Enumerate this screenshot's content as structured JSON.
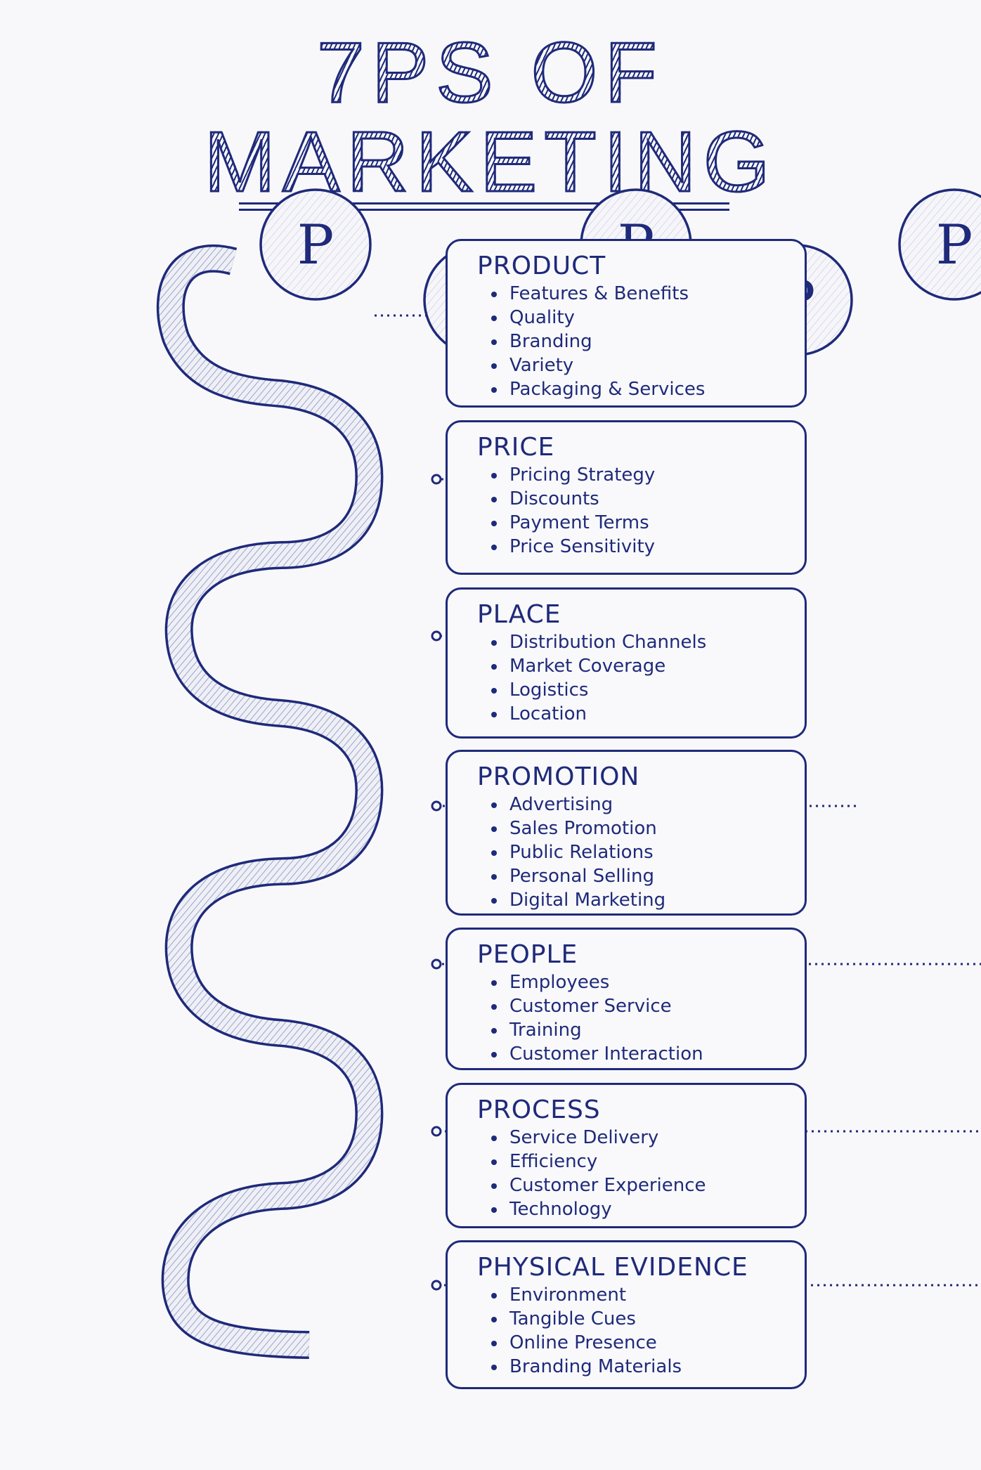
{
  "title": {
    "line1": "7PS OF",
    "line2": "MARKETING"
  },
  "circle_letter": "P",
  "colors": {
    "ink": "#1f2a7a",
    "paper": "#f8f8fa",
    "ribbon_fill": "#d9dbe8"
  },
  "cards": [
    {
      "heading": "PRODUCT",
      "items": [
        "Features & Benefits",
        "Quality",
        "Branding",
        "Variety",
        "Packaging & Services"
      ]
    },
    {
      "heading": "PRICE",
      "items": [
        "Pricing Strategy",
        "Discounts",
        "Payment Terms",
        "Price Sensitivity"
      ]
    },
    {
      "heading": "PLACE",
      "items": [
        "Distribution Channels",
        "Market Coverage",
        "Logistics",
        "Location"
      ]
    },
    {
      "heading": "PROMOTION",
      "items": [
        "Advertising",
        "Sales Promotion",
        "Public Relations",
        "Personal Selling",
        "Digital Marketing"
      ]
    },
    {
      "heading": "PEOPLE",
      "items": [
        "Employees",
        "Customer Service",
        "Training",
        "Customer Interaction"
      ]
    },
    {
      "heading": "PROCESS",
      "items": [
        "Service Delivery",
        "Efficiency",
        "Customer Experience",
        "Technology"
      ]
    },
    {
      "heading": "PHYSICAL EVIDENCE",
      "items": [
        "Environment",
        "Tangible Cues",
        "Online Presence",
        "Branding Materials"
      ]
    }
  ]
}
